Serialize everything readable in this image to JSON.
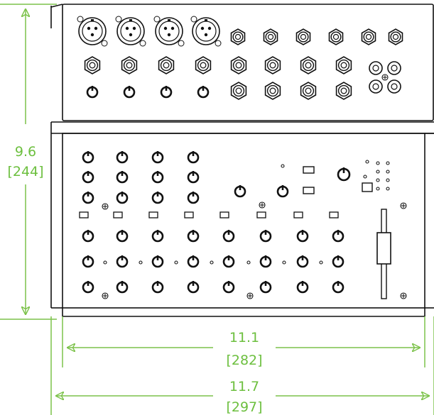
{
  "dimensions": {
    "height": {
      "value": "9.6",
      "metric": "[244]"
    },
    "width_inner": {
      "value": "11.1",
      "metric": "[282]"
    },
    "width_outer": {
      "value": "11.7",
      "metric": "[297]"
    }
  },
  "colors": {
    "dimension": "#7cc24a",
    "dimension_text": "#6cbf3e",
    "outline": "#111111",
    "panel": "#ffffff"
  },
  "mixer": {
    "xlr_inputs": 4,
    "quarter_inch_jacks_row1": 6,
    "quarter_inch_jacks_row2": 8,
    "trim_knobs": 4,
    "line_jacks_row3": 4,
    "rca_pairs": 2,
    "channel_strips": 8
  }
}
